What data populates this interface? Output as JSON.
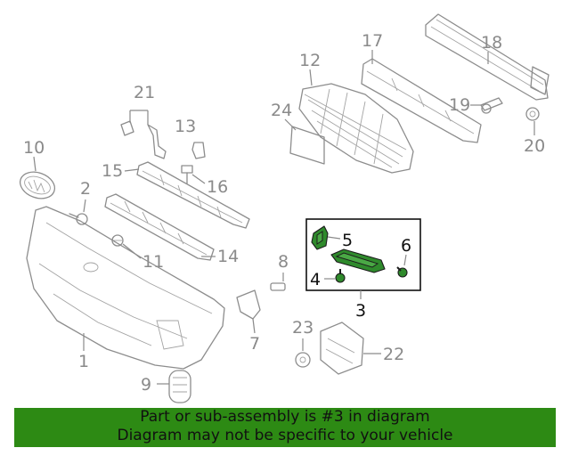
{
  "callouts": {
    "c1": "1",
    "c2": "2",
    "c3": "3",
    "c4": "4",
    "c5": "5",
    "c6": "6",
    "c7": "7",
    "c8": "8",
    "c9": "9",
    "c10": "10",
    "c11": "11",
    "c12": "12",
    "c13": "13",
    "c14": "14",
    "c15": "15",
    "c16": "16",
    "c17": "17",
    "c18": "18",
    "c19": "19",
    "c20": "20",
    "c21": "21",
    "c22": "22",
    "c23": "23",
    "c24": "24"
  },
  "highlight": {
    "part_number": "3",
    "color": "#2f8a2c"
  },
  "banner": {
    "line1": "Part or sub-assembly is #3 in diagram",
    "line2": "Diagram may not be specific to your vehicle",
    "background": "#2d8a14"
  }
}
